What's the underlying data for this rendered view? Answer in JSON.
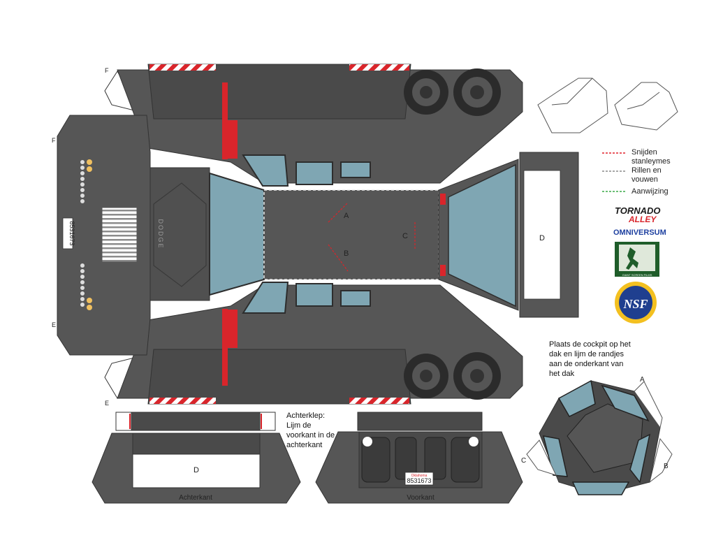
{
  "labels": {
    "piece_d_right": "D",
    "piece_d_back": "D",
    "mark_a_roof": "A",
    "mark_b_roof": "B",
    "mark_c_roof": "C",
    "mark_a_cockpit": "A",
    "mark_b_cockpit": "B",
    "mark_c_cockpit": "C",
    "fold_f_top": "F",
    "fold_f_mid": "F",
    "fold_e_mid": "E",
    "fold_e_bottom": "E",
    "hood_brand": "DODGE",
    "plate_left": "8531673",
    "plate_front": "8531673",
    "plate_state": "Oklahoma",
    "back_caption": "Achterkant",
    "front_caption": "Voorkant"
  },
  "legend": {
    "cut_line1": "Snijden",
    "cut_line2": "stanleymes",
    "fold_line1": "Rillen en",
    "fold_line2": "vouwen",
    "hint": "Aanwijzing"
  },
  "notes": {
    "tailgate": [
      "Achterklep:",
      "Lijm de",
      "voorkant in de",
      "achterkant"
    ],
    "cockpit": [
      "Plaats de cockpit op het",
      "dak en lijm de randjes",
      "aan de onderkant van",
      "het dak"
    ]
  },
  "logos": {
    "tornado_1": "TORNADO",
    "tornado_2": "ALLEY",
    "omniversum": "OMNIVERSUM",
    "giant_screen": "GIANT SCREEN FILMS",
    "nsf": "NSF"
  },
  "colors": {
    "body": "#565656",
    "body_dark": "#3f3f3f",
    "glass": "#7fa6b3",
    "cut": "#e0202a",
    "fold": "#8a8a8a",
    "hint": "#3aaa48",
    "red_part": "#d9252b"
  }
}
